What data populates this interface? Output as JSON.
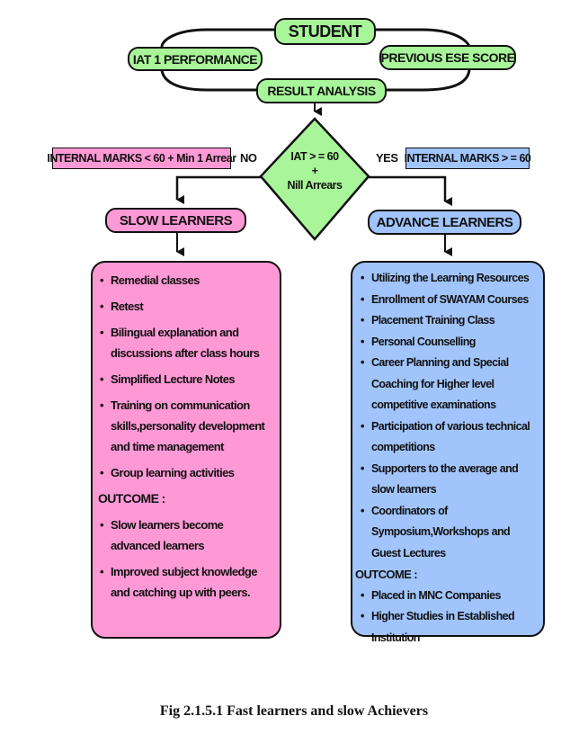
{
  "diagram": {
    "top_cycle": {
      "student": "STUDENT",
      "iat1": "IAT 1 PERFORMANCE",
      "previous_ese": "PREVIOUS ESE SCORE",
      "result_analysis": "RESULT ANALYSIS"
    },
    "decision": {
      "line1": "IAT > = 60",
      "line2": "+",
      "line3": "Nill Arrears",
      "no_label": "NO",
      "yes_label": "YES"
    },
    "conditions": {
      "slow": "INTERNAL MARKS < 60 + Min 1 Arrear",
      "advance": "INTERNAL MARKS > = 60"
    },
    "slow_learners": {
      "title": "SLOW LEARNERS",
      "items": [
        "Remedial classes",
        "Retest",
        "Bilingual explanation and discussions after class hours",
        "Simplified Lecture Notes",
        "Training on communication skills,personality development and time management",
        "Group learning activities"
      ],
      "outcome_label": "OUTCOME :",
      "outcomes": [
        "Slow learners become advanced learners",
        "Improved subject knowledge and catching up with peers."
      ]
    },
    "advance_learners": {
      "title": "ADVANCE LEARNERS",
      "items": [
        "Utilizing the Learning Resources",
        "Enrollment of SWAYAM Courses",
        "Placement Training Class",
        "Personal Counselling",
        "Career Planning and Special Coaching for Higher level competitive examinations",
        "Participation of various technical competitions",
        "Supporters to the average and slow learners",
        "Coordinators of Symposium,Workshops and Guest Lectures"
      ],
      "outcome_label": "OUTCOME  :",
      "outcomes": [
        "Placed in MNC Companies",
        "Higher Studies in Established Institution"
      ]
    },
    "colors": {
      "green": "#a8f59a",
      "pink": "#ff99d6",
      "blue": "#a0c4fb"
    }
  },
  "caption": "Fig 2.1.5.1 Fast learners and slow Achievers"
}
